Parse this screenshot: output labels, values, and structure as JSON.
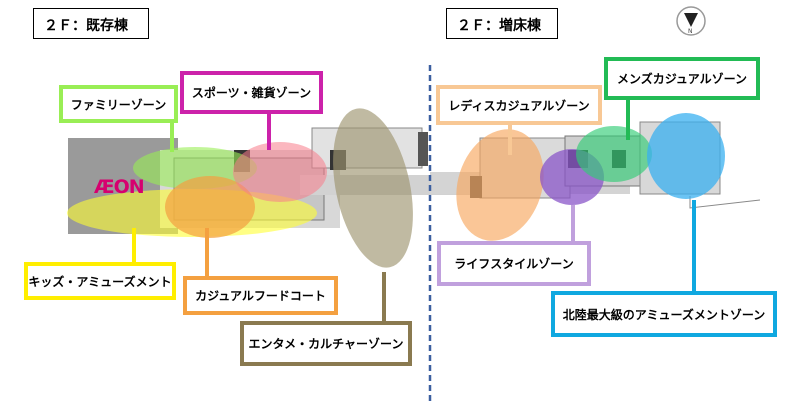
{
  "titles": {
    "existing": "２Ｆ：既存棟",
    "extension": "２Ｆ：増床棟"
  },
  "logo_text": "ÆON",
  "compass": {
    "icon": "north-compass-icon",
    "letter": "N"
  },
  "zones": {
    "family": {
      "label": "ファミリーゾーン",
      "color": "#99ee55"
    },
    "sports": {
      "label": "スポーツ・雑貨ゾーン",
      "color": "#cc22aa"
    },
    "kids": {
      "label": "キッズ・アミューズメント",
      "color": "#ffee00"
    },
    "casual_food": {
      "label": "カジュアルフードコート",
      "color": "#f4a040"
    },
    "entame": {
      "label": "エンタメ・カルチャーゾーン",
      "color": "#8a7a50"
    },
    "ladies": {
      "label": "レディスカジュアルゾーン",
      "color": "#f8c895"
    },
    "mens": {
      "label": "メンズカジュアルゾーン",
      "color": "#22bb55"
    },
    "lifestyle": {
      "label": "ライフスタイルゾーン",
      "color": "#c0a0dd"
    },
    "amusement": {
      "label": "北陸最大級のアミューズメントゾーン",
      "color": "#10a8e0"
    }
  }
}
